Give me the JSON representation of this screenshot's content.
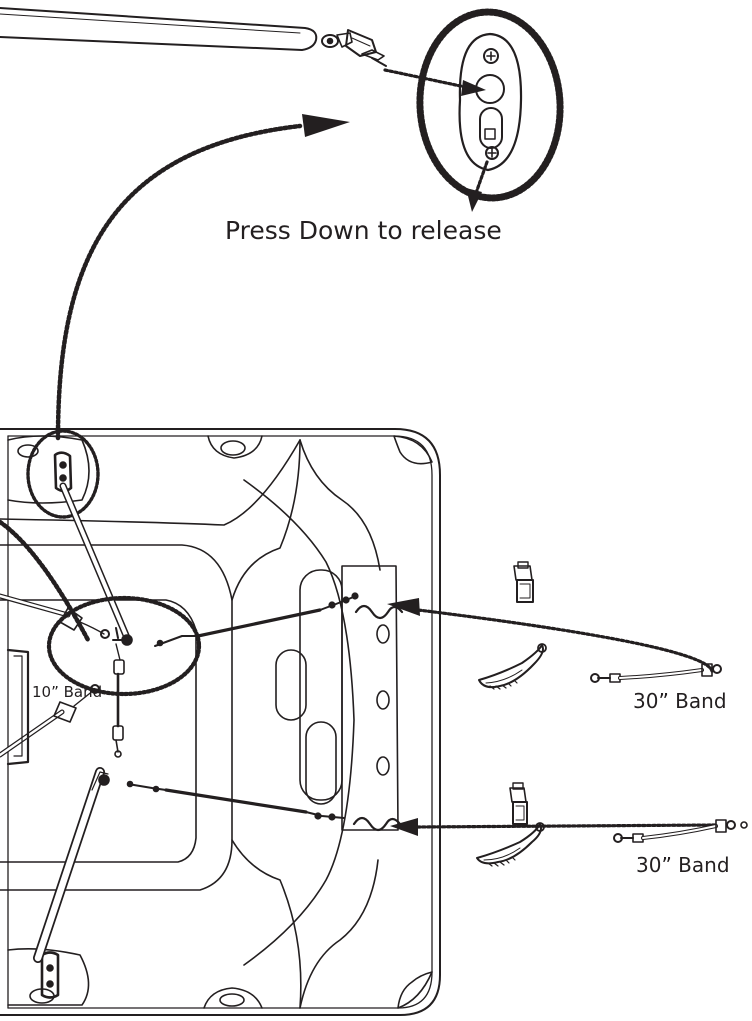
{
  "labels": {
    "press_down": "Press Down to release",
    "band_10": "10” Band",
    "band_30_upper": "30” Band",
    "band_30_lower": "30” Band"
  },
  "colors": {
    "ink": "#231f20",
    "background": "#ffffff"
  }
}
